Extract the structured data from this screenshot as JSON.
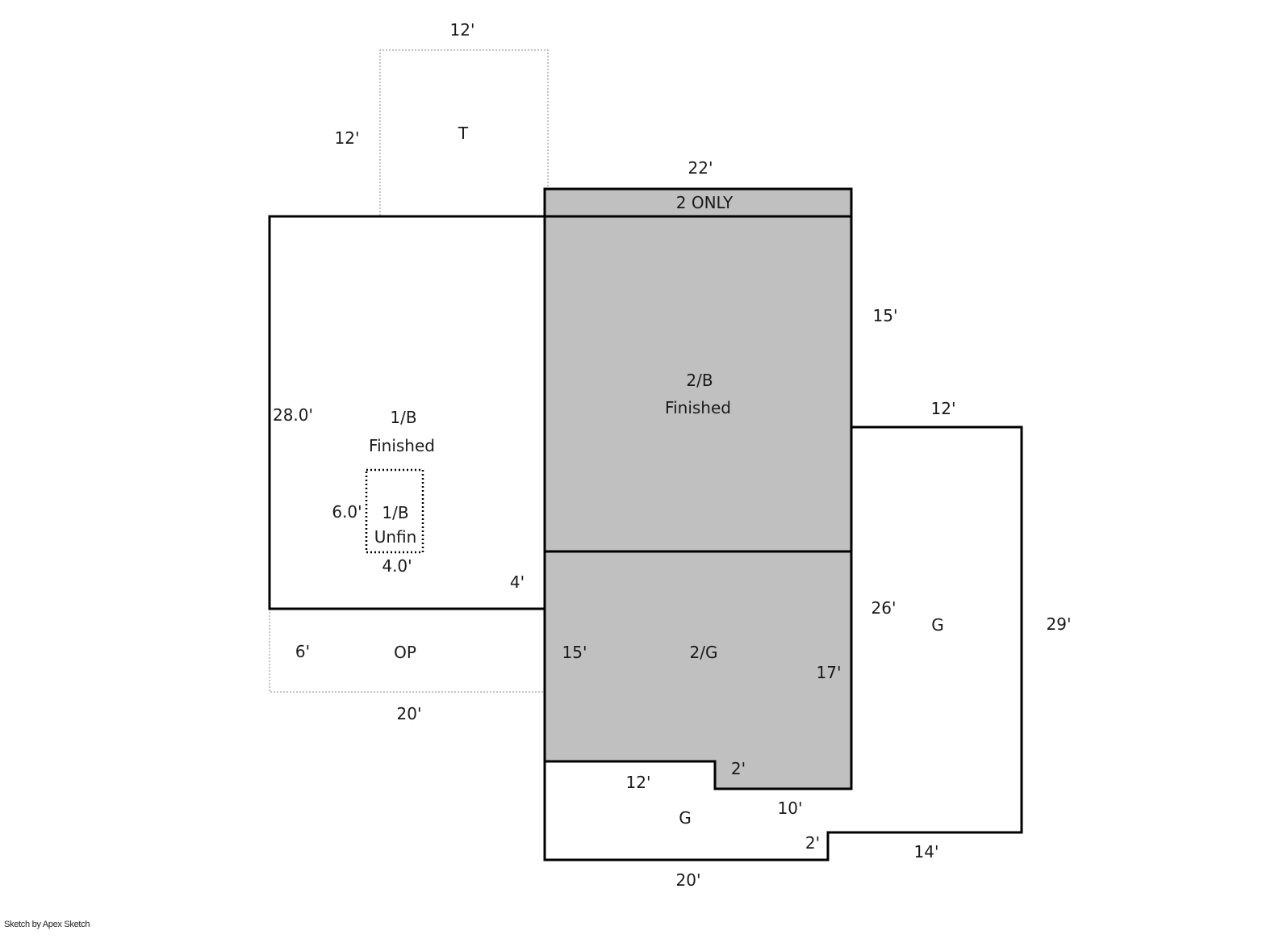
{
  "colors": {
    "wall": "#000000",
    "shaded_area": "#c0c0c0",
    "dotted_outline": "#888888",
    "text": "#1a1a1a"
  },
  "areas": {
    "terrace": {
      "code": "T"
    },
    "two_only": {
      "code": "2 ONLY"
    },
    "first_basement": {
      "code": "1/B",
      "status": "Finished"
    },
    "first_basement_unfin": {
      "code": "1/B",
      "status": "Unfin"
    },
    "second_basement": {
      "code": "2/B",
      "status": "Finished"
    },
    "open_porch": {
      "code": "OP"
    },
    "second_garage": {
      "code": "2/G"
    },
    "garage": {
      "code": "G"
    },
    "garage_lower": {
      "code": "G"
    }
  },
  "dimensions": {
    "terrace_top": "12'",
    "terrace_side": "12'",
    "two_only_top": "22'",
    "basement_right_side": "15'",
    "first_basement_left": "28.0'",
    "unfin_left": "6.0'",
    "unfin_bottom": "4.0'",
    "notch_4": "4'",
    "porch_side": "6'",
    "porch_bottom": "20'",
    "garage2_left": "15'",
    "garage2_right": "17'",
    "garage_top": "12'",
    "garage_left_26": "26'",
    "garage_right": "29'",
    "step_2_upper": "2'",
    "garage_inner_12": "12'",
    "garage_inner_10": "10'",
    "step_2_lower": "2'",
    "garage_bottom_14": "14'",
    "garage_bottom_20": "20'"
  },
  "footer": {
    "credit": "Sketch by Apex Sketch"
  }
}
